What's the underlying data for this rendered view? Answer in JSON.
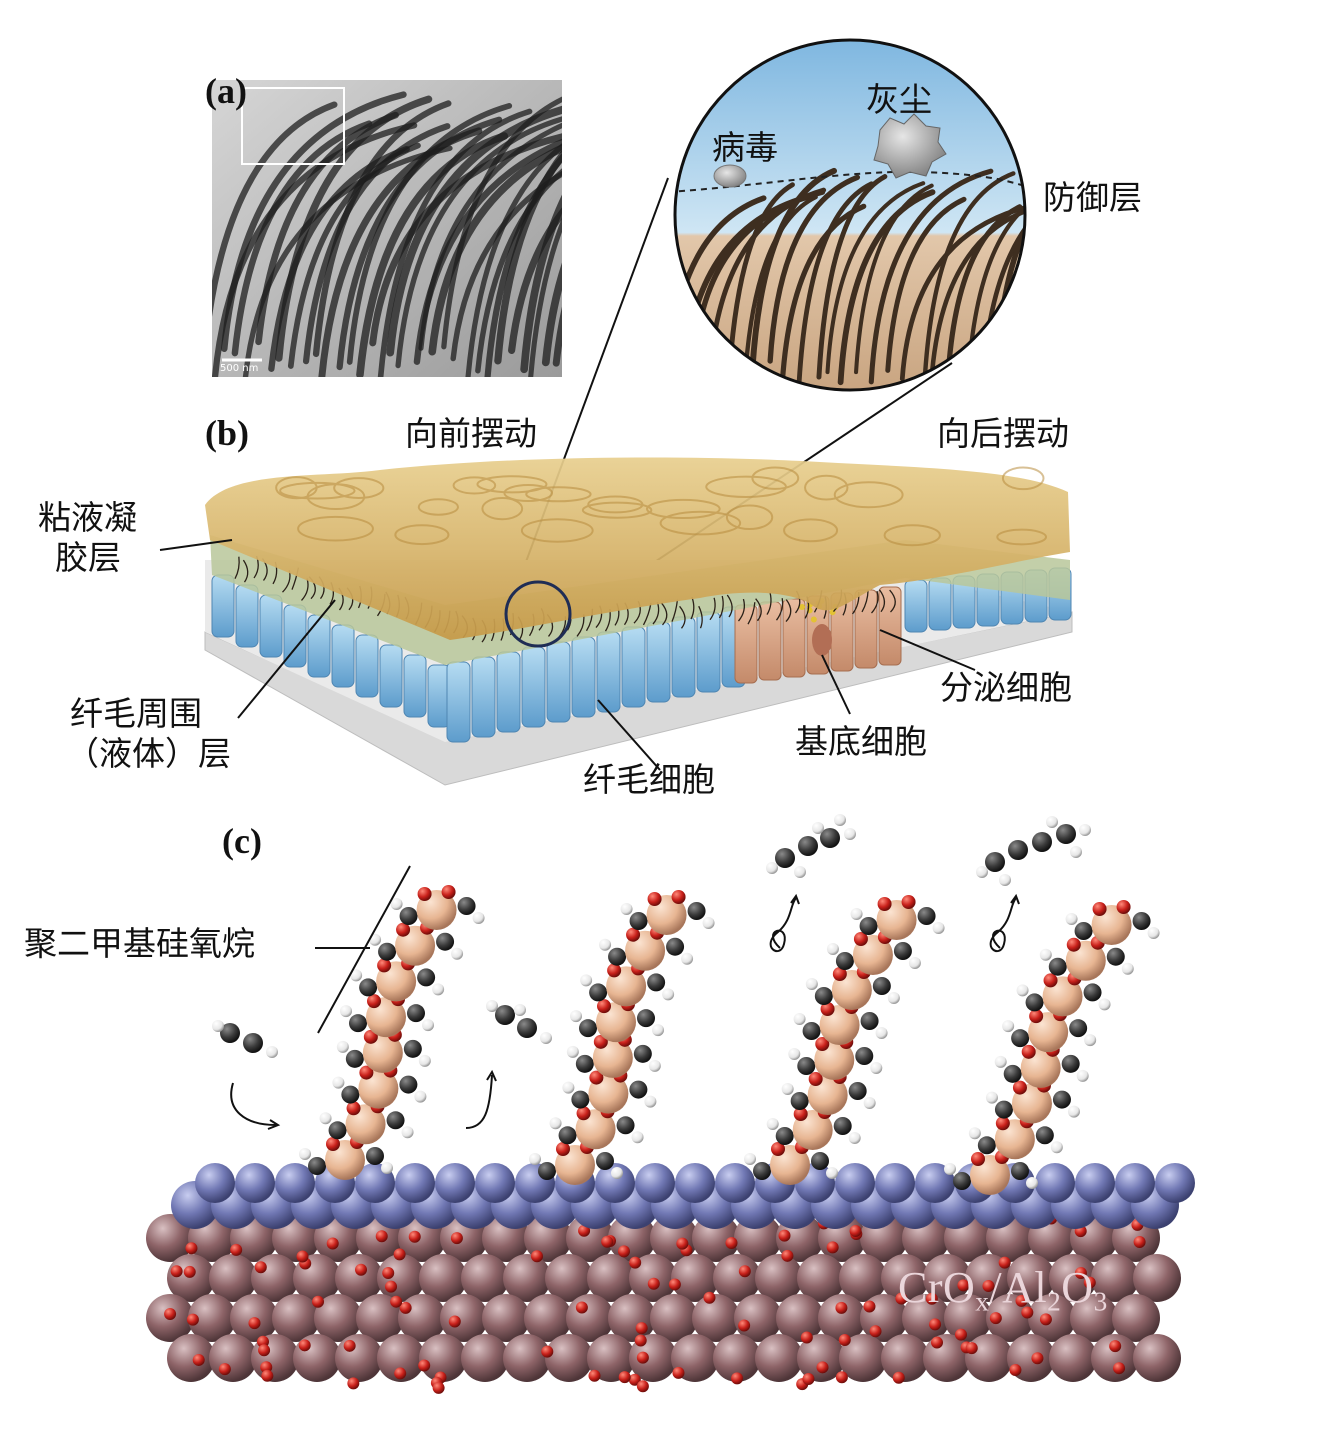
{
  "panels": {
    "a": "(a)",
    "b": "(b)",
    "c": "(c)"
  },
  "micrograph": {
    "scale_bar": "500 nm"
  },
  "inset": {
    "dust": "灰尘",
    "virus": "病毒",
    "defense_layer": "防御层"
  },
  "motion": {
    "forward": "向前摆动",
    "backward": "向后摆动"
  },
  "tissue_labels": {
    "mucus_gel_line1": "粘液凝",
    "mucus_gel_line2": "胶层",
    "pcl_line1": "纤毛周围",
    "pcl_line2": "（液体）层",
    "ciliated_cells": "纤毛细胞",
    "basal_cells": "基底细胞",
    "secretory_cells": "分泌细胞"
  },
  "panel_c": {
    "pdms": "聚二甲基硅氧烷",
    "support_main": "CrO",
    "support_x": "x",
    "support_sep": "/Al",
    "support_2": "2",
    "support_o": "O",
    "support_3": "3"
  },
  "colors": {
    "mucus": "#d8b56a",
    "pcl_fluid": "#b9c79a",
    "ciliated_cell": "#8ec4e6",
    "secretory_cell": "#dcae8f",
    "silicon_atom": "#e7b592",
    "oxygen_atom": "#c8201a",
    "carbon_atom": "#3a3a3a",
    "hydrogen_atom": "#f2f2f2",
    "chromium_layer": "#7178b4",
    "alumina_layer": "#8e6468"
  }
}
